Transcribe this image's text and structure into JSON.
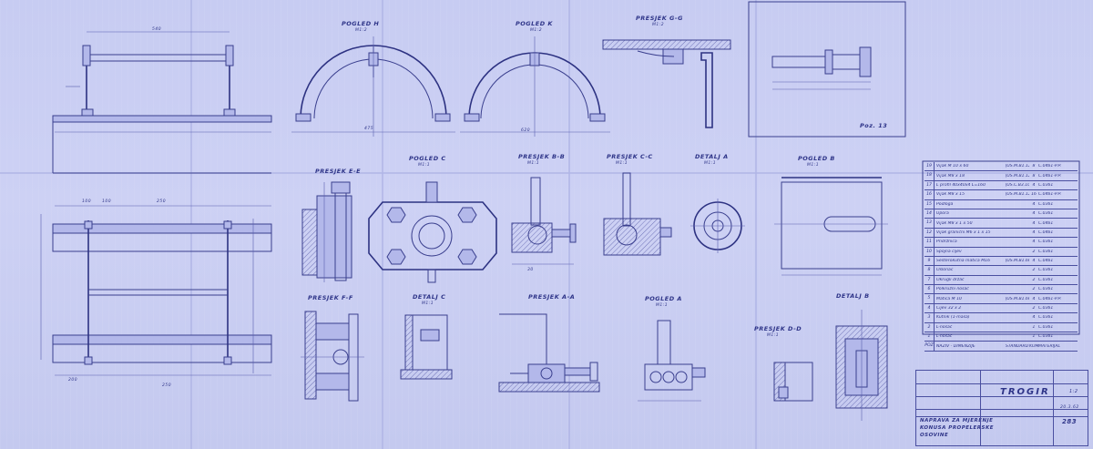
{
  "drawing": {
    "views": {
      "pogled_h": "POGLED  H",
      "pogled_k": "POGLED  K",
      "presjek_gg": "PRESJEK  G-G",
      "presjek_ee": "PRESJEK  E-E",
      "pogled_c": "POGLED  C",
      "presjek_bb": "PRESJEK  B-B",
      "presjek_cc": "PRESJEK  C-C",
      "detalj_a": "DETALJ  A",
      "pogled_b": "POGLED  B",
      "presjek_ff": "PRESJEK  F-F",
      "detalj_c": "DETALJ  C",
      "presjek_aa": "PRESJEK  A-A",
      "pogled_a": "POGLED  A",
      "detalj_b": "DETALJ  B",
      "presjek_dd": "PRESJEK  D-D",
      "poz13": "Poz. 13"
    },
    "scale_11": "M1:1",
    "scale_12": "M1:2",
    "dims": {
      "d540": "540",
      "d100": "100",
      "d200": "200",
      "d250": "250",
      "d620": "620",
      "d475": "475",
      "d30": "30"
    }
  },
  "bom": {
    "rows": [
      {
        "pos": "19",
        "name": "Vijak  M 10 x 60",
        "std": "JUS.M.B1.120",
        "qty": "8",
        "mat": "Č.0461-P.P."
      },
      {
        "pos": "18",
        "name": "Vijak  M8 x 18",
        "std": "JUS.M.B1.120",
        "qty": "8",
        "mat": "Č.0461-P.P."
      },
      {
        "pos": "17",
        "name": "L profil 40x40x4 L=160",
        "std": "JUS.C.B3.101",
        "qty": "4",
        "mat": "Č.0361"
      },
      {
        "pos": "16",
        "name": "Vijak  M8 x 15",
        "std": "JUS.M.B1.120",
        "qty": "16",
        "mat": "Č.0461-P.P."
      },
      {
        "pos": "15",
        "name": "Podloga",
        "std": "",
        "qty": "4",
        "mat": "Č.0361"
      },
      {
        "pos": "14",
        "name": "Upora",
        "std": "",
        "qty": "4",
        "mat": "Č.0361"
      },
      {
        "pos": "13",
        "name": "Vijak  M8 x 1 x 50",
        "std": "",
        "qty": "4",
        "mat": "Č.0461"
      },
      {
        "pos": "12",
        "name": "Vijak granični M6 x 1 x 15",
        "std": "",
        "qty": "4",
        "mat": "Č.0461"
      },
      {
        "pos": "11",
        "name": "Pridržnica",
        "std": "",
        "qty": "4",
        "mat": "Č.0361"
      },
      {
        "pos": "10",
        "name": "Spojna cijev",
        "std": "",
        "qty": "2",
        "mat": "Č.0361"
      },
      {
        "pos": "9",
        "name": "Šesterokutna matica M16",
        "std": "JUS.M.B1.601",
        "qty": "4",
        "mat": "Č.0461"
      },
      {
        "pos": "8",
        "name": "Oslonac",
        "std": "",
        "qty": "2",
        "mat": "Č.0361"
      },
      {
        "pos": "7",
        "name": "Okrugli držač",
        "std": "",
        "qty": "2",
        "mat": "Č.0361"
      },
      {
        "pos": "6",
        "name": "Polkružni nosač",
        "std": "",
        "qty": "2",
        "mat": "Č.0361"
      },
      {
        "pos": "5",
        "name": "Matica M 10",
        "std": "JUS.M.B1.601",
        "qty": "4",
        "mat": "Č.0461-P.P."
      },
      {
        "pos": "4",
        "name": "Cijev 32 x 2",
        "std": "",
        "qty": "2",
        "mat": "Č.0361"
      },
      {
        "pos": "3",
        "name": "Kutnik (1-masa)",
        "std": "",
        "qty": "4",
        "mat": "Č.0361"
      },
      {
        "pos": "2",
        "name": "L-nosač",
        "std": "",
        "qty": "1",
        "mat": "Č.0361"
      },
      {
        "pos": "1",
        "name": "L-nosač",
        "std": "",
        "qty": "1",
        "mat": "Č.0361"
      },
      {
        "pos": "POZ",
        "name": "NAZIV - DIMENZIJE",
        "std": "STANDARD",
        "qty": "KOM",
        "mat": "MATERIJAL"
      }
    ]
  },
  "title_block": {
    "company": "TROGIR",
    "title1": "NAPRAVA ZA MJERENJE",
    "title2": "KONUSA PROPELERSKE",
    "title3": "OSOVINE",
    "scale": "1:2",
    "sheet_no": "283",
    "date": "20.3.62"
  }
}
